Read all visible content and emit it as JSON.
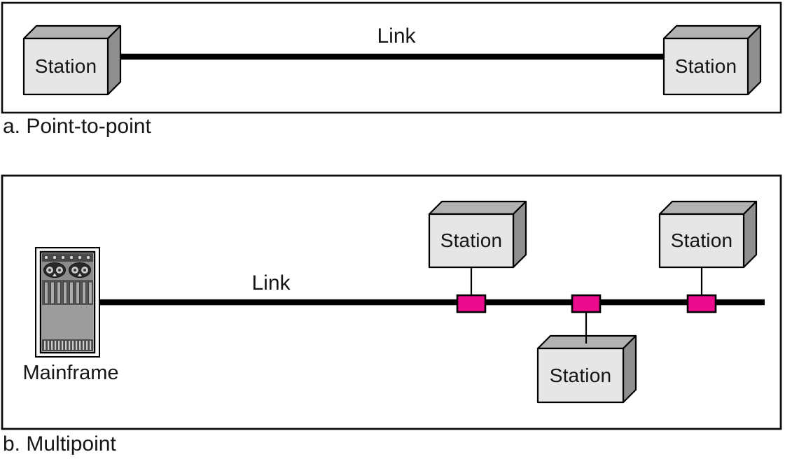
{
  "figure": {
    "panel_a": {
      "caption": "a. Point-to-point",
      "link_label": "Link",
      "station_left": "Station",
      "station_right": "Station"
    },
    "panel_b": {
      "caption": "b. Multipoint",
      "link_label": "Link",
      "mainframe_label": "Mainframe",
      "station_top_left": "Station",
      "station_bottom": "Station",
      "station_top_right": "Station"
    }
  },
  "colors": {
    "box_front": "#e6e6e6",
    "box_top": "#b2b2b2",
    "box_side": "#8f8f8f",
    "tap_pink": "#ec0b8c",
    "line_black": "#000000",
    "panel_border": "#0d0d0d",
    "panel_fill": "#ffffff"
  }
}
